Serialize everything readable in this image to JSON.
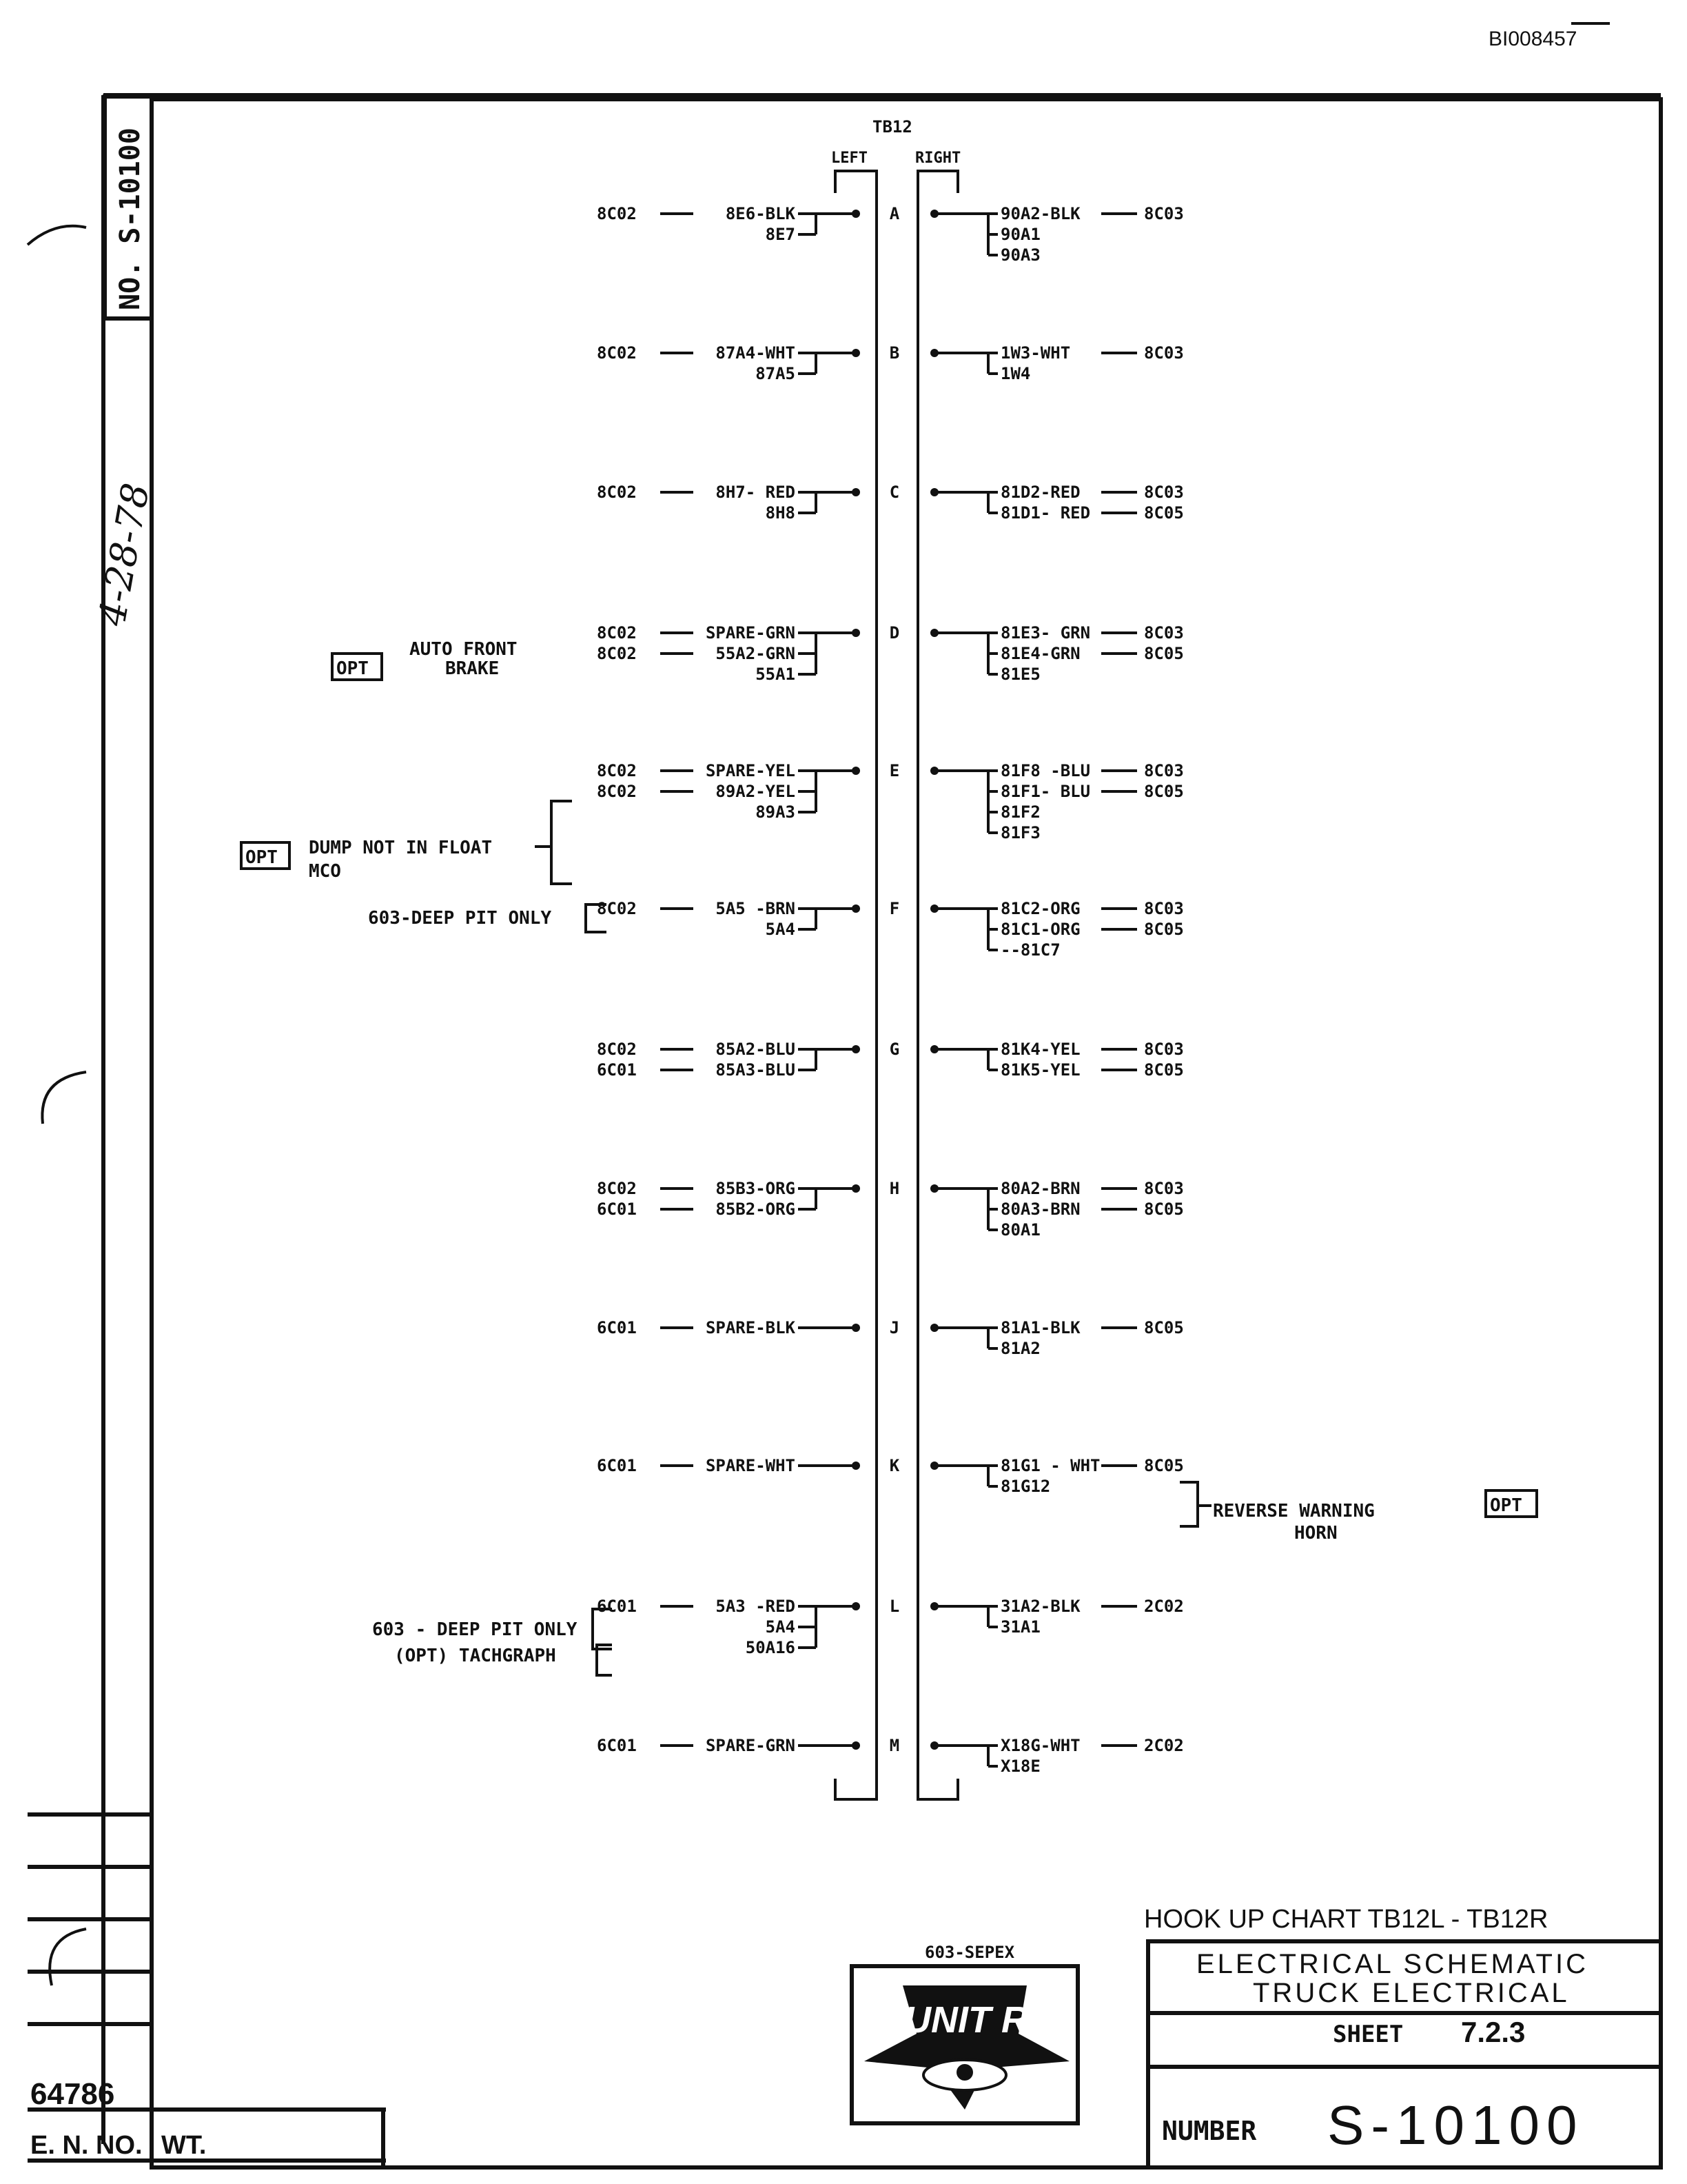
{
  "doc_id": "BI008457",
  "side_number": "NO. S-10100",
  "handwritten_date": "4-28-78",
  "terminal_block": {
    "name": "TB12",
    "left_label": "LEFT",
    "right_label": "RIGHT"
  },
  "rows": [
    {
      "terminal": "A",
      "left": [
        {
          "src": "8C02",
          "wire": "8E6-BLK"
        },
        {
          "src": "",
          "wire": "8E7"
        }
      ],
      "right": [
        {
          "wire": "90A2-BLK",
          "dst": "8C03"
        },
        {
          "wire": "90A1",
          "dst": ""
        },
        {
          "wire": "90A3",
          "dst": ""
        }
      ]
    },
    {
      "terminal": "B",
      "left": [
        {
          "src": "8C02",
          "wire": "87A4-WHT"
        },
        {
          "src": "",
          "wire": "87A5"
        }
      ],
      "right": [
        {
          "wire": "1W3-WHT",
          "dst": "8C03"
        },
        {
          "wire": "1W4",
          "dst": ""
        }
      ]
    },
    {
      "terminal": "C",
      "left": [
        {
          "src": "8C02",
          "wire": "8H7- RED"
        },
        {
          "src": "",
          "wire": "8H8"
        }
      ],
      "right": [
        {
          "wire": "81D2-RED",
          "dst": "8C03"
        },
        {
          "wire": "81D1- RED",
          "dst": "8C05"
        }
      ]
    },
    {
      "terminal": "D",
      "left": [
        {
          "src": "8C02",
          "wire": "SPARE-GRN"
        },
        {
          "src": "8C02",
          "wire": "55A2-GRN"
        },
        {
          "src": "",
          "wire": "55A1"
        }
      ],
      "right": [
        {
          "wire": "81E3- GRN",
          "dst": "8C03"
        },
        {
          "wire": "81E4-GRN",
          "dst": "8C05"
        },
        {
          "wire": "81E5",
          "dst": ""
        }
      ]
    },
    {
      "terminal": "E",
      "left": [
        {
          "src": "8C02",
          "wire": "SPARE-YEL"
        },
        {
          "src": "8C02",
          "wire": "89A2-YEL"
        },
        {
          "src": "",
          "wire": "89A3"
        }
      ],
      "right": [
        {
          "wire": "81F8 -BLU",
          "dst": "8C03"
        },
        {
          "wire": "81F1- BLU",
          "dst": "8C05"
        },
        {
          "wire": "81F2",
          "dst": ""
        },
        {
          "wire": "81F3",
          "dst": ""
        }
      ]
    },
    {
      "terminal": "F",
      "left": [
        {
          "src": "8C02",
          "wire": "5A5 -BRN"
        },
        {
          "src": "",
          "wire": "5A4"
        }
      ],
      "right": [
        {
          "wire": "81C2-ORG",
          "dst": "8C03"
        },
        {
          "wire": "81C1-ORG",
          "dst": "8C05"
        },
        {
          "wire": "--81C7",
          "dst": ""
        }
      ]
    },
    {
      "terminal": "G",
      "left": [
        {
          "src": "8C02",
          "wire": "85A2-BLU"
        },
        {
          "src": "6C01",
          "wire": "85A3-BLU"
        }
      ],
      "right": [
        {
          "wire": "81K4-YEL",
          "dst": "8C03"
        },
        {
          "wire": "81K5-YEL",
          "dst": "8C05"
        }
      ]
    },
    {
      "terminal": "H",
      "left": [
        {
          "src": "8C02",
          "wire": "85B3-ORG"
        },
        {
          "src": "6C01",
          "wire": "85B2-ORG"
        }
      ],
      "right": [
        {
          "wire": "80A2-BRN",
          "dst": "8C03"
        },
        {
          "wire": "80A3-BRN",
          "dst": "8C05"
        },
        {
          "wire": "80A1",
          "dst": ""
        }
      ]
    },
    {
      "terminal": "J",
      "left": [
        {
          "src": "6C01",
          "wire": "SPARE-BLK"
        }
      ],
      "right": [
        {
          "wire": "81A1-BLK",
          "dst": "8C05"
        },
        {
          "wire": "81A2",
          "dst": ""
        }
      ]
    },
    {
      "terminal": "K",
      "left": [
        {
          "src": "6C01",
          "wire": "SPARE-WHT"
        }
      ],
      "right": [
        {
          "wire": "81G1 - WHT",
          "dst": "8C05"
        },
        {
          "wire": "81G12",
          "dst": ""
        }
      ]
    },
    {
      "terminal": "L",
      "left": [
        {
          "src": "6C01",
          "wire": "5A3 -RED"
        },
        {
          "src": "",
          "wire": "5A4"
        },
        {
          "src": "",
          "wire": "50A16"
        }
      ],
      "right": [
        {
          "wire": "31A2-BLK",
          "dst": "2C02"
        },
        {
          "wire": "31A1",
          "dst": ""
        }
      ]
    },
    {
      "terminal": "M",
      "left": [
        {
          "src": "6C01",
          "wire": "SPARE-GRN"
        }
      ],
      "right": [
        {
          "wire": "X18G-WHT",
          "dst": "2C02"
        },
        {
          "wire": "X18E",
          "dst": ""
        }
      ]
    }
  ],
  "annotations": {
    "opt": "OPT",
    "auto_front_brake": [
      "AUTO FRONT",
      "BRAKE"
    ],
    "dump_not_in_float": [
      "DUMP NOT IN FLOAT",
      "MCO"
    ],
    "deep_pit_f": "603-DEEP PIT ONLY",
    "deep_pit_l": "603 - DEEP PIT ONLY",
    "tachograph": "(OPT) TACHGRAPH",
    "reverse_warning": [
      "REVERSE WARNING",
      "HORN"
    ]
  },
  "title_block": {
    "chart_title": "HOOK UP CHART  TB12L - TB12R",
    "schematic_line1": "ELECTRICAL  SCHEMATIC",
    "schematic_line2": "TRUCK  ELECTRICAL",
    "sheet_label": "SHEET",
    "sheet_value": "7.2.3",
    "number_label": "NUMBER",
    "number_value": "S-10100",
    "logo_caption": "603-SEPEX",
    "logo_text": "UNIT RIG",
    "en_value": "64786",
    "en_label": "E. N. NO.",
    "wt_label": "WT."
  },
  "colors": {
    "ink": "#111111",
    "paper": "#ffffff"
  }
}
